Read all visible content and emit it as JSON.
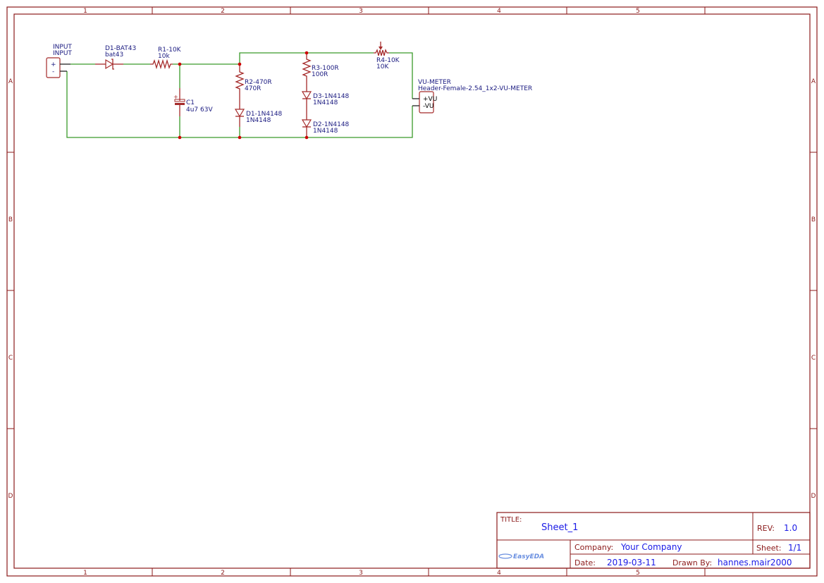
{
  "sheet": {
    "columns": [
      "1",
      "2",
      "3",
      "4",
      "5"
    ],
    "rows": [
      "A",
      "B",
      "C",
      "D"
    ]
  },
  "components": {
    "input": {
      "name": "INPUT",
      "value": "INPUT",
      "pin_plus": "+",
      "pin_minus": "-"
    },
    "d1_bat43": {
      "name": "D1-BAT43",
      "value": "bat43"
    },
    "r1": {
      "name": "R1-10K",
      "value": "10k"
    },
    "c1": {
      "name": "C1",
      "value": "4u7 63V",
      "polarity": "+"
    },
    "r2": {
      "name": "R2-470R",
      "value": "470R"
    },
    "d1_1n4148": {
      "name": "D1-1N4148",
      "value": "1N4148"
    },
    "r3": {
      "name": "R3-100R",
      "value": "100R"
    },
    "d3": {
      "name": "D3-1N4148",
      "value": "1N4148"
    },
    "d2": {
      "name": "D2-1N4148",
      "value": "1N4148"
    },
    "r4": {
      "name": "R4-10K",
      "value": "10K"
    },
    "vu": {
      "name": "VU-METER",
      "value": "Header-Female-2.54_1x2-VU-METER",
      "pin_plus": "+VU",
      "pin_minus": "-VU"
    }
  },
  "title_block": {
    "title_label": "TITLE:",
    "title": "Sheet_1",
    "rev_label": "REV:",
    "rev": "1.0",
    "company_label": "Company:",
    "company": "Your Company",
    "sheet_label": "Sheet:",
    "sheet": "1/1",
    "date_label": "Date:",
    "date": "2019-03-11",
    "drawn_label": "Drawn By:",
    "drawn_by": "hannes.mair2000",
    "logo": "EasyEDA"
  },
  "colors": {
    "frame": "#8b1a1a",
    "wire": "#3a9a2a",
    "component": "#a52a2a",
    "label": "#1a1a80",
    "value": "#1a1ae6"
  }
}
